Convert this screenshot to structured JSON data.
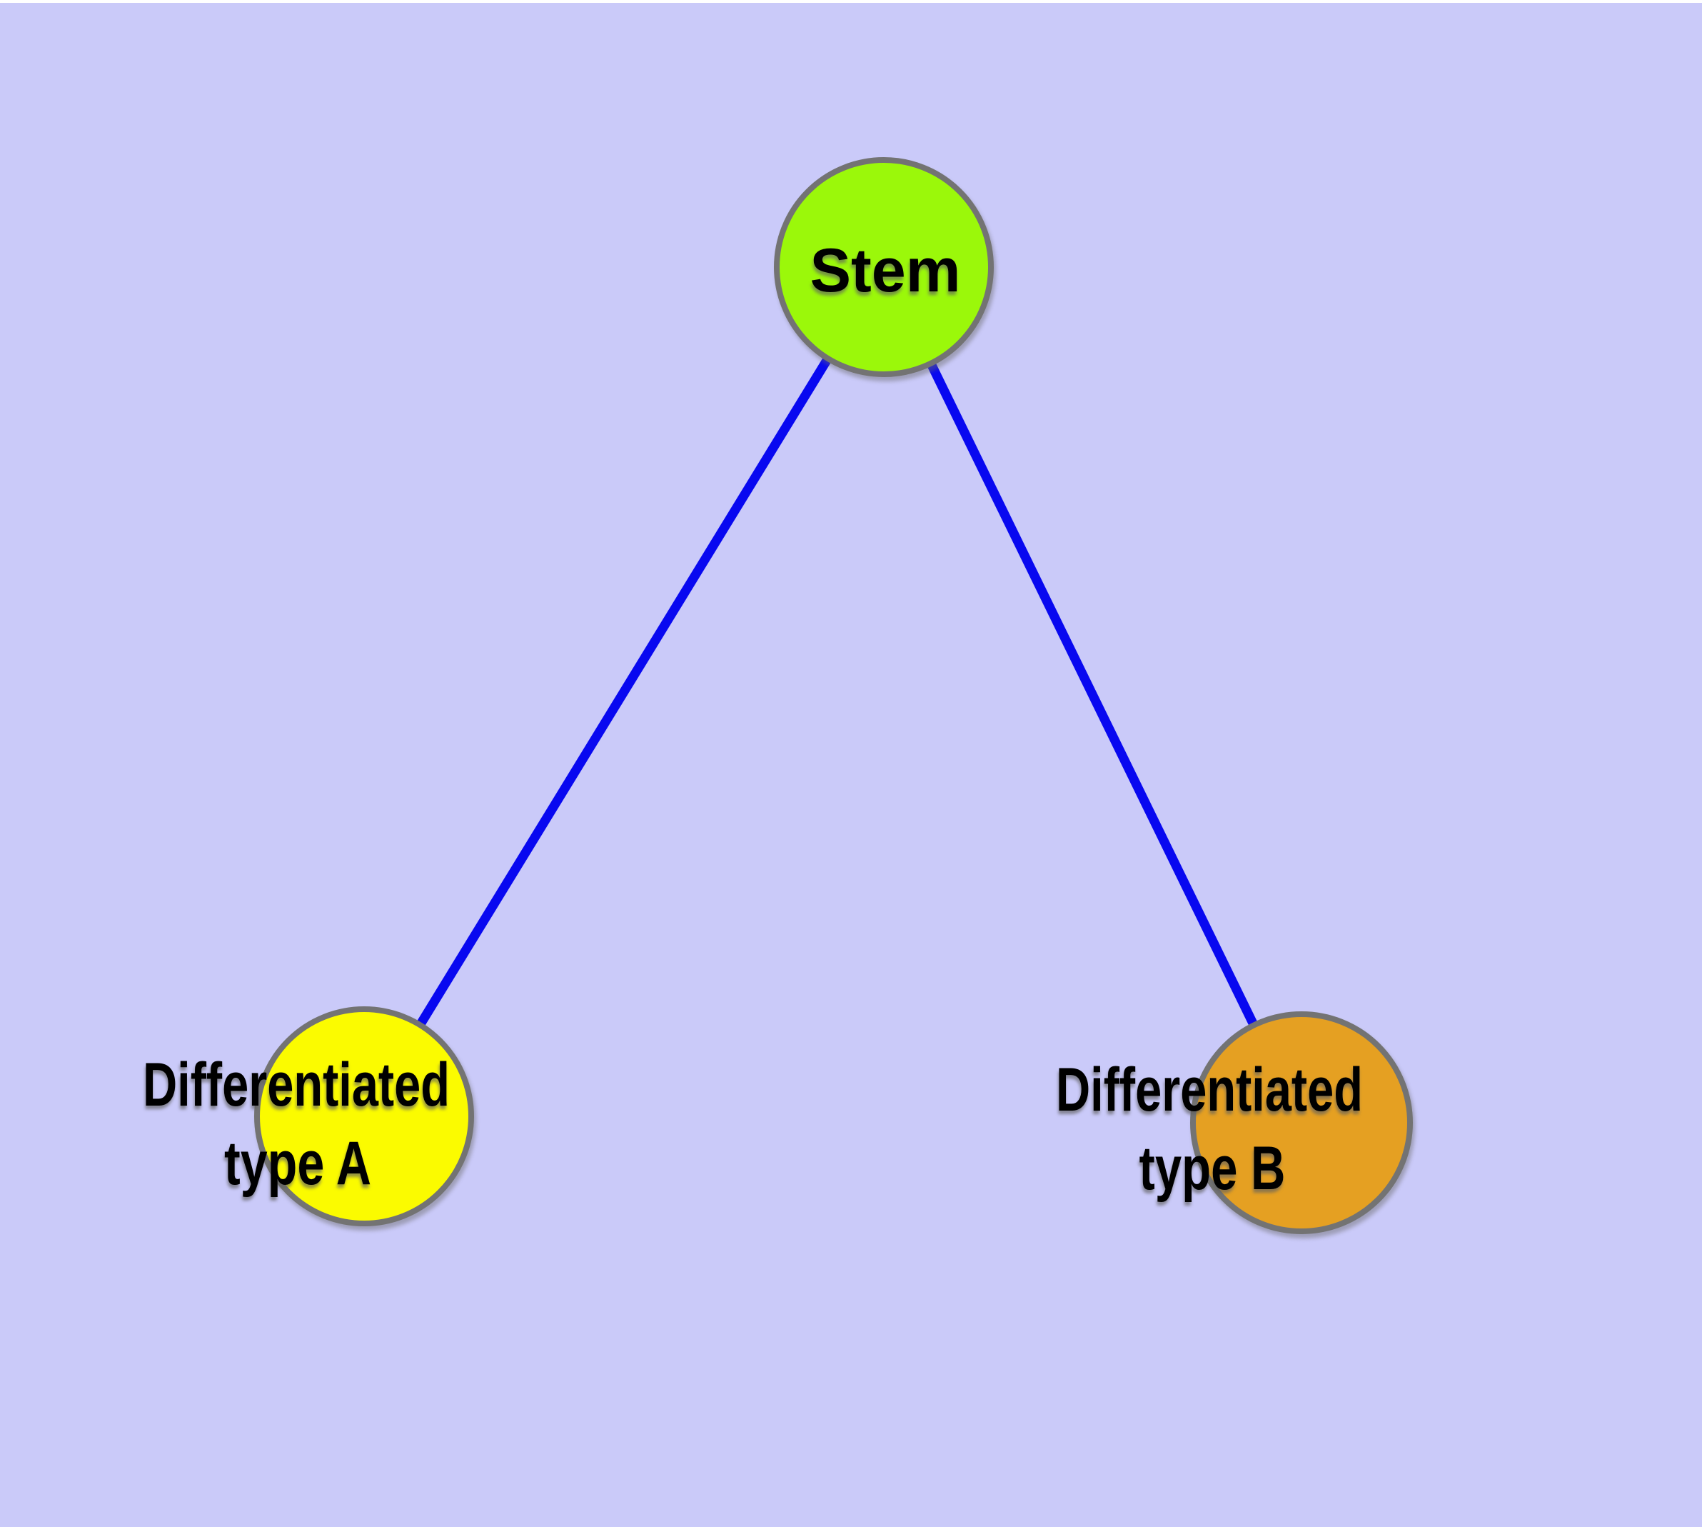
{
  "page": {
    "background_color": "#CACAF9",
    "top_strip_color": "#FFFFFF"
  },
  "diagram": {
    "type": "node-link-graph",
    "description": "Stem cell differentiation tree: one stem node connected to two differentiated cell type nodes",
    "nodes": [
      {
        "id": "stem",
        "label": "Stem",
        "color": "#9BF80A",
        "border_color": "#737373",
        "text_color": "#000000"
      },
      {
        "id": "differentiated-type-a",
        "label": "Differentiated type A",
        "label_line1": "Differentiated",
        "label_line2": "type A",
        "color": "#FBFB00",
        "border_color": "#737373",
        "text_color": "#000000"
      },
      {
        "id": "differentiated-type-b",
        "label": "Differentiated type B",
        "label_line1": "Differentiated",
        "label_line2": "type B",
        "color": "#E5A022",
        "border_color": "#737373",
        "text_color": "#000000"
      }
    ],
    "edges": [
      {
        "from": "stem",
        "to": "differentiated-type-a",
        "color": "#0808F0"
      },
      {
        "from": "stem",
        "to": "differentiated-type-b",
        "color": "#0808F0"
      }
    ]
  }
}
